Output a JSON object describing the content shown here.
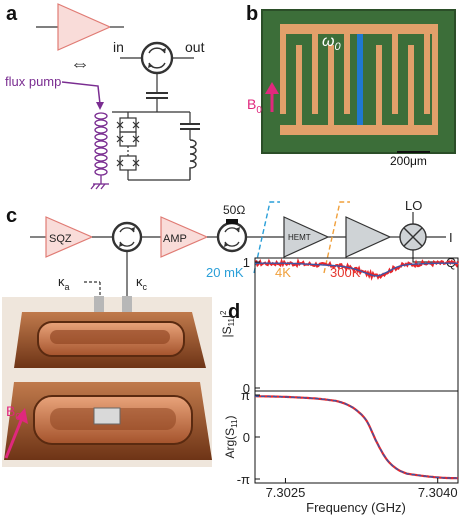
{
  "panels": {
    "a": {
      "letter": "a",
      "in_label": "in",
      "out_label": "out",
      "flux_pump_label": "flux pump",
      "colors": {
        "amp_fill": "#f9dcd9",
        "amp_stroke": "#e07b74",
        "flux": "#7a2d91",
        "circuit": "#333333"
      }
    },
    "b": {
      "letter": "b",
      "omega_label": "ω",
      "omega_sub": "0",
      "b0_label": "B",
      "b0_sub": "0",
      "scalebar_label": "200μm",
      "colors": {
        "chip_bg": "#3c6e39",
        "metal": "#e1a06a",
        "resonator": "#1f78d1",
        "field": "#e0287d"
      }
    },
    "c": {
      "letter": "c",
      "sqz_label": "SQZ",
      "amp_label": "AMP",
      "term_label": "50Ω",
      "hemt_label": "HEMT",
      "lo_label": "LO",
      "i_label": "I",
      "q_label": "Q",
      "temp_20mk": "20 mK",
      "temp_4k": "4K",
      "temp_300k": "300K",
      "kappa_a": "κ",
      "kappa_a_sub": "a",
      "kappa_c": "κ",
      "kappa_c_sub": "c",
      "b0_label": "B",
      "b0_sub": "0",
      "colors": {
        "20mk": "#2a9fd8",
        "4k": "#f0a03c",
        "300k": "#e6372f",
        "cavity": "#a3552a",
        "field": "#e0287d"
      }
    },
    "d": {
      "letter": "d",
      "xlabel": "Frequency (GHz)",
      "xticks": [
        "7.3025",
        "7.3040"
      ],
      "top": {
        "ylabel": "|S",
        "ylabel_sub": "11",
        "ylabel_tail": "|",
        "ylabel_sup": "2",
        "yticks": [
          "1",
          "0"
        ]
      },
      "bottom": {
        "ylabel": "Arg(S",
        "ylabel_sub": "11",
        "ylabel_tail": ")",
        "yticks": [
          "π",
          "0",
          "-π"
        ]
      },
      "colors": {
        "data": "#e8262a",
        "fit": "#3d55a5"
      }
    }
  },
  "chart_data": [
    {
      "type": "line",
      "title": "",
      "xlabel": "Frequency (GHz)",
      "ylabel": "|S11|^2",
      "xlim": [
        7.3022,
        7.3042
      ],
      "ylim": [
        0,
        1
      ],
      "series": [
        {
          "x": [
            7.3022,
            7.3025,
            7.3028,
            7.303,
            7.3031,
            7.3032,
            7.3033,
            7.3034,
            7.3035,
            7.3036,
            7.3037,
            7.304,
            7.3042
          ],
          "y": [
            0.99,
            0.99,
            0.98,
            0.97,
            0.96,
            0.94,
            0.91,
            0.89,
            0.92,
            0.96,
            0.98,
            0.99,
            0.99
          ]
        }
      ]
    },
    {
      "type": "line",
      "title": "",
      "xlabel": "Frequency (GHz)",
      "ylabel": "Arg(S11)",
      "xlim": [
        7.3022,
        7.3042
      ],
      "ylim": [
        -3.1416,
        3.1416
      ],
      "series": [
        {
          "x": [
            7.3022,
            7.3025,
            7.3028,
            7.303,
            7.3031,
            7.3032,
            7.3033,
            7.3034,
            7.3035,
            7.3036,
            7.3037,
            7.304,
            7.3042
          ],
          "y": [
            3.05,
            3.0,
            2.88,
            2.7,
            2.45,
            2.0,
            1.2,
            -0.4,
            -1.7,
            -2.4,
            -2.75,
            -3.02,
            -3.08
          ]
        }
      ]
    }
  ]
}
